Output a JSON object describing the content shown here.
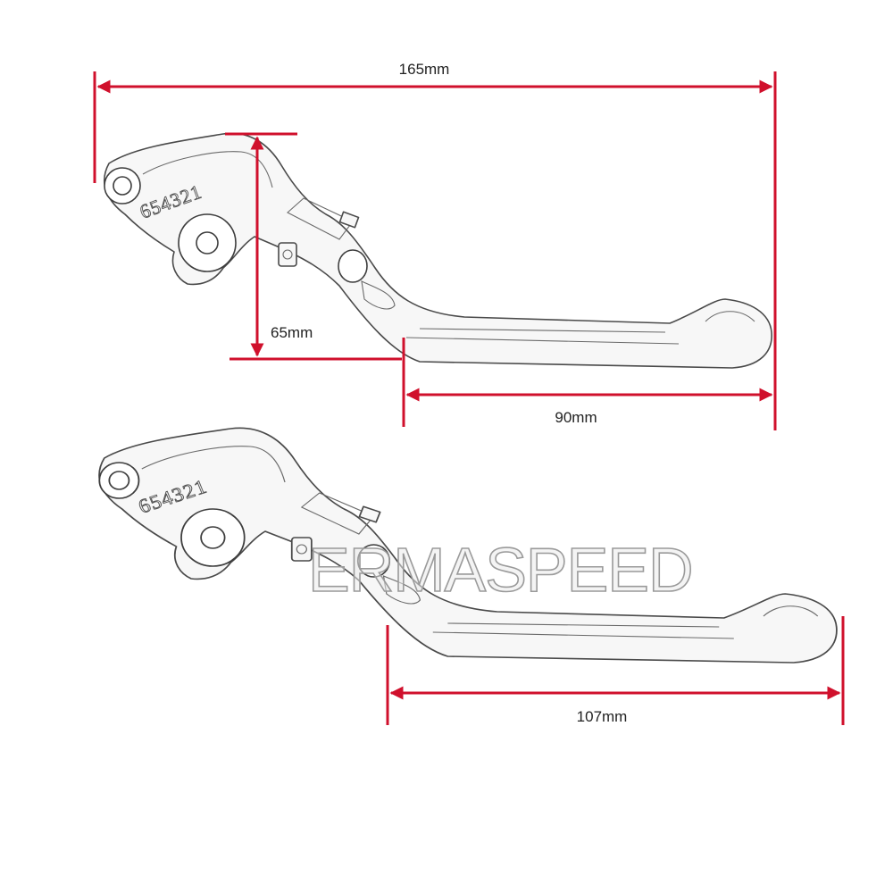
{
  "colors": {
    "dimension_line": "#d0102c",
    "label_text": "#222222",
    "lever_outline": "#4a4a4a",
    "background": "#ffffff"
  },
  "watermark": {
    "text": "ERMASPEED"
  },
  "levers": [
    {
      "name": "short-lever",
      "adjuster_scale": "654321",
      "dimensions": {
        "overall_length": "165mm",
        "height": "65mm",
        "blade_length": "90mm"
      }
    },
    {
      "name": "long-lever",
      "adjuster_scale": "654321",
      "dimensions": {
        "blade_length": "107mm"
      }
    }
  ]
}
